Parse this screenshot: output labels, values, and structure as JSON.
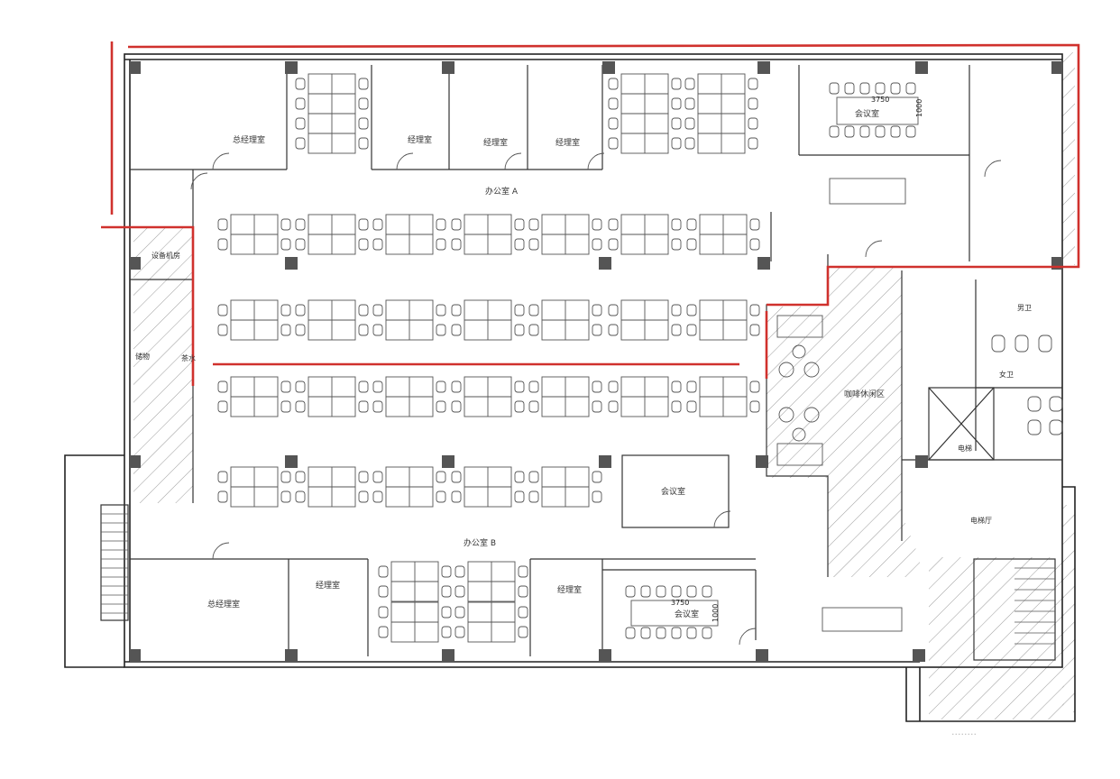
{
  "colors": {
    "wall": "#222222",
    "line": "#555555",
    "column": "#555555",
    "highlight": "#d0312d",
    "hatch": "#9a9a9a",
    "background": "#ffffff"
  },
  "labels": {
    "gm_office_top": "总经理室",
    "mgr_office_1": "经理室",
    "mgr_office_2": "经理室",
    "mgr_office_3": "经理室",
    "office_a": "办公室 A",
    "meeting_top": "会议室",
    "meeting_top_len": "3750",
    "meeting_top_wid": "1000",
    "equipment_room": "设备机房",
    "storage": "储物",
    "tea_room": "茶水",
    "cafe": "咖啡休闲区",
    "elevator": "电梯",
    "elevator_hall": "电梯厅",
    "male_wc": "男卫",
    "female_wc": "女卫",
    "meeting_mid": "会议室",
    "office_b": "办公室 B",
    "gm_office_bottom": "总经理室",
    "mgr_office_b1": "经理室",
    "mgr_office_b2": "经理室",
    "meeting_bottom": "会议室",
    "meeting_bottom_len": "3750",
    "meeting_bottom_wid": "1000"
  },
  "watermark": "········"
}
